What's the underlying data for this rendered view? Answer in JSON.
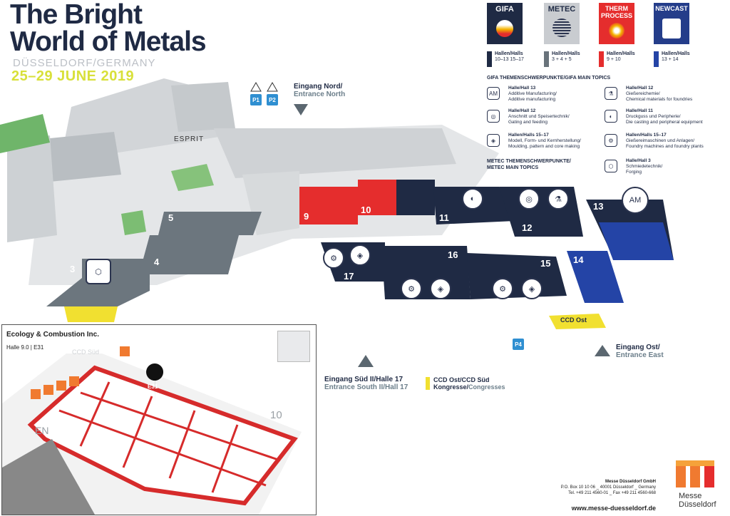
{
  "header": {
    "title_line1": "The Bright",
    "title_line2": "World of Metals",
    "city": "DÜSSELDORF/GERMANY",
    "dates": "25–29 JUNE 2019"
  },
  "logos": [
    {
      "name": "GIFA",
      "color": "#1f2a44"
    },
    {
      "name": "METEC",
      "color": "#c9ccd0"
    },
    {
      "name": "THERM PROCESS",
      "color": "#e52d2d"
    },
    {
      "name": "NEWCAST",
      "color": "#243d8a"
    }
  ],
  "legend": [
    {
      "label": "Hallen/Halls",
      "halls": "10–13 15–17",
      "color": "#1f2a44"
    },
    {
      "label": "Hallen/Halls",
      "halls": "3 + 4 + 5",
      "color": "#69737b"
    },
    {
      "label": "Hallen/Halls",
      "halls": "9 + 10",
      "color": "#e52d2d"
    },
    {
      "label": "Hallen/Halls",
      "halls": "13 + 14",
      "color": "#2444a6"
    }
  ],
  "gifa_topics_heading": "GIFA THEMENSCHWERPUNKTE/GIFA MAIN TOPICS",
  "gifa_topics": [
    {
      "hall": "Halle/Hall 13",
      "de": "Additive Manufacturing/",
      "en": "Additive manufacturing",
      "icon": "am-icon"
    },
    {
      "hall": "Halle/Hall 12",
      "de": "Anschnitt und Speisertechnik/",
      "en": "Gating and feeding",
      "icon": "gating-icon"
    },
    {
      "hall": "Hallen/Halls 15–17",
      "de": "Modell, Form- und Kernherstellung/",
      "en": "Moulding, pattern and core making",
      "icon": "moulding-icon"
    },
    {
      "hall": "Halle/Hall 12",
      "de": "Gießereichemie/",
      "en": "Chemical materials for foundries",
      "icon": "chemistry-icon"
    },
    {
      "hall": "Halle/Hall 11",
      "de": "Druckguss und Peripherie/",
      "en": "Die casting and peripheral equipment",
      "icon": "diecasting-icon"
    },
    {
      "hall": "Hallen/Halls 15–17",
      "de": "Gießereimaschinen und Anlagen/",
      "en": "Foundry machines and foundry plants",
      "icon": "machines-icon"
    }
  ],
  "metec_topics_heading": "METEC THEMENSCHWERPUNKTE/",
  "metec_topics_heading2": "METEC MAIN TOPICS",
  "metec_topic": {
    "hall": "Halle/Hall 3",
    "de": "Schmiedetechnik/",
    "en": "Forging",
    "icon": "forging-icon"
  },
  "halls": [
    "3",
    "4",
    "5",
    "9",
    "10",
    "11",
    "12",
    "13",
    "14",
    "15",
    "16",
    "17"
  ],
  "entrances": {
    "north_de": "Eingang Nord/",
    "north_en": "Entrance North",
    "east_de": "Eingang Ost/",
    "east_en": "Entrance East",
    "south_de": "Eingang Süd II/Halle 17",
    "south_en": "Entrance South II/Hall 17"
  },
  "parking": [
    "P1",
    "P2",
    "P4"
  ],
  "ccd_ost": "CCD Ost",
  "ccd_legend_de": "CCD Ost/CCD Süd",
  "ccd_legend_de2": "Kongresse/",
  "ccd_legend_en": "Congresses",
  "esprit": "ESPRIT",
  "inset": {
    "company": "Ecology & Combustion Inc.",
    "location": "Halle 9.0 | E31",
    "booth": "E31",
    "hall_label": "10",
    "entrance_label": "EN",
    "ccd_label": "CCD Süd"
  },
  "footer": {
    "company": "Messe Düsseldorf GmbH",
    "address": "P.O. Box 10 10 06 _ 40001 Düsseldorf _ Germany",
    "tel": "Tel. +49 211 4560-01 _ Fax +49 211 4560-668",
    "url": "www.messe-duesseldorf.de",
    "brand1": "Messe",
    "brand2": "Düsseldorf"
  }
}
